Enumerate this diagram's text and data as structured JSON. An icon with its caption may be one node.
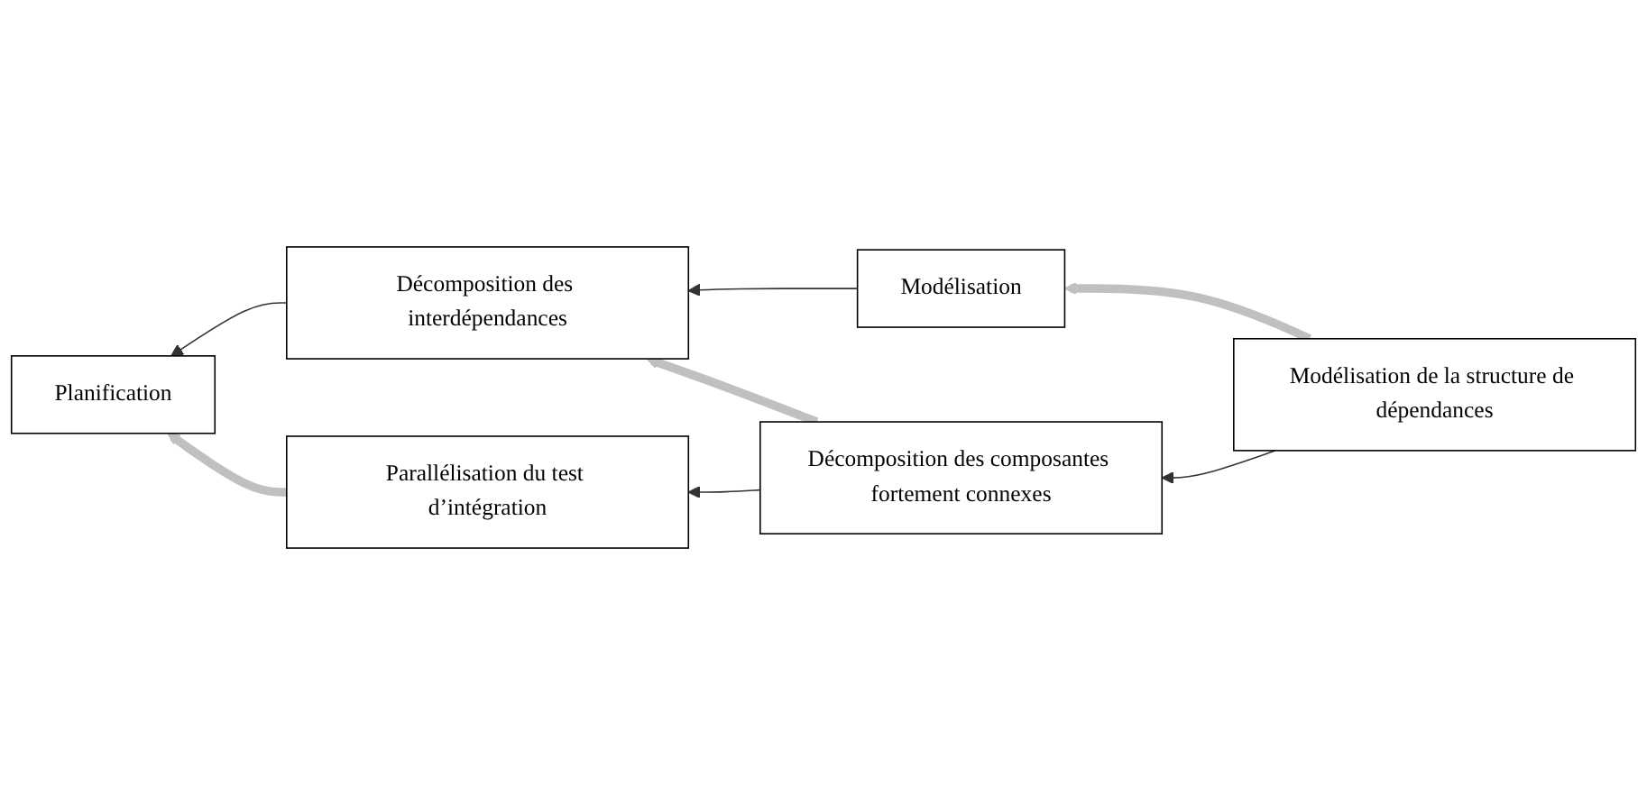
{
  "diagram": {
    "nodes": [
      {
        "text": [
          "Modélisation"
        ]
      },
      {
        "text": [
          "Modélisation de la structure de dépendances"
        ]
      },
      {
        "text": [
          "Décomposition des interdépendances"
        ]
      },
      {
        "text": [
          "Décomposition des composantes fortement connexes"
        ]
      },
      {
        "text": [
          "Planification"
        ]
      },
      {
        "text": [
          "Parallélisation du test d’intégration"
        ]
      }
    ],
    "edges": [
      {
        "from": 1,
        "to": 0,
        "arrow": "to",
        "style": "thick",
        "color": "#c0c0c0"
      },
      {
        "from": 0,
        "to": 2,
        "arrow": "to"
      },
      {
        "from": 1,
        "to": 3,
        "arrow": "to"
      },
      {
        "from": 3,
        "to": 2,
        "arrow": "to",
        "style": "thick",
        "color": "#c0c0c0"
      },
      {
        "from": 2,
        "to": 4,
        "arrow": "to"
      },
      {
        "from": 3,
        "to": 5,
        "arrow": "to"
      },
      {
        "from": 5,
        "to": 4,
        "arrow": "to",
        "style": "thick",
        "color": "#c0c0c0"
      }
    ]
  }
}
